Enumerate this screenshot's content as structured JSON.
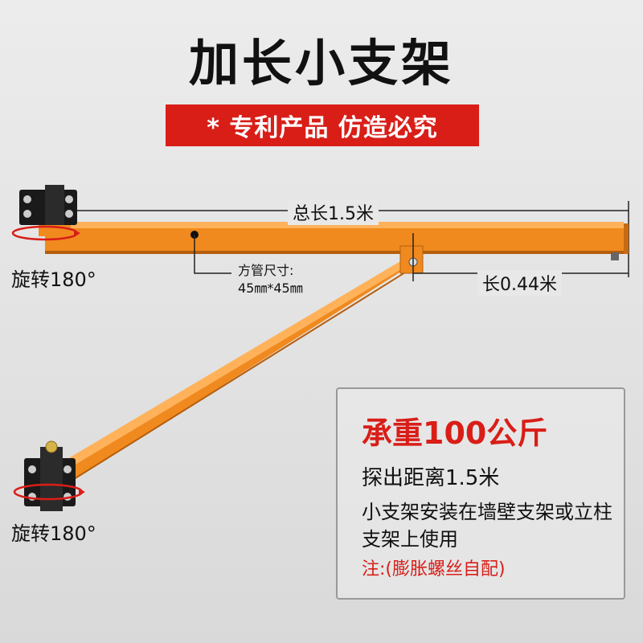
{
  "title": "加长小支架",
  "badge": "* 专利产品 仿造必究",
  "labels": {
    "rotate_top": "旋转180°",
    "rotate_bottom": "旋转180°",
    "total_length": "总长1.5米",
    "tube_size_line1": "方管尺寸:",
    "tube_size_line2": "45㎜*45㎜",
    "short_length": "长0.44米"
  },
  "info": {
    "load": "承重100公斤",
    "reach": "探出距离1.5米",
    "description": "小支架安装在墙壁支架或立柱支架上使用",
    "note": "注:(膨胀螺丝自配)"
  },
  "colors": {
    "arm_orange": "#f08a1e",
    "accent_red": "#d91e18",
    "bracket_black": "#1a1a1a"
  }
}
